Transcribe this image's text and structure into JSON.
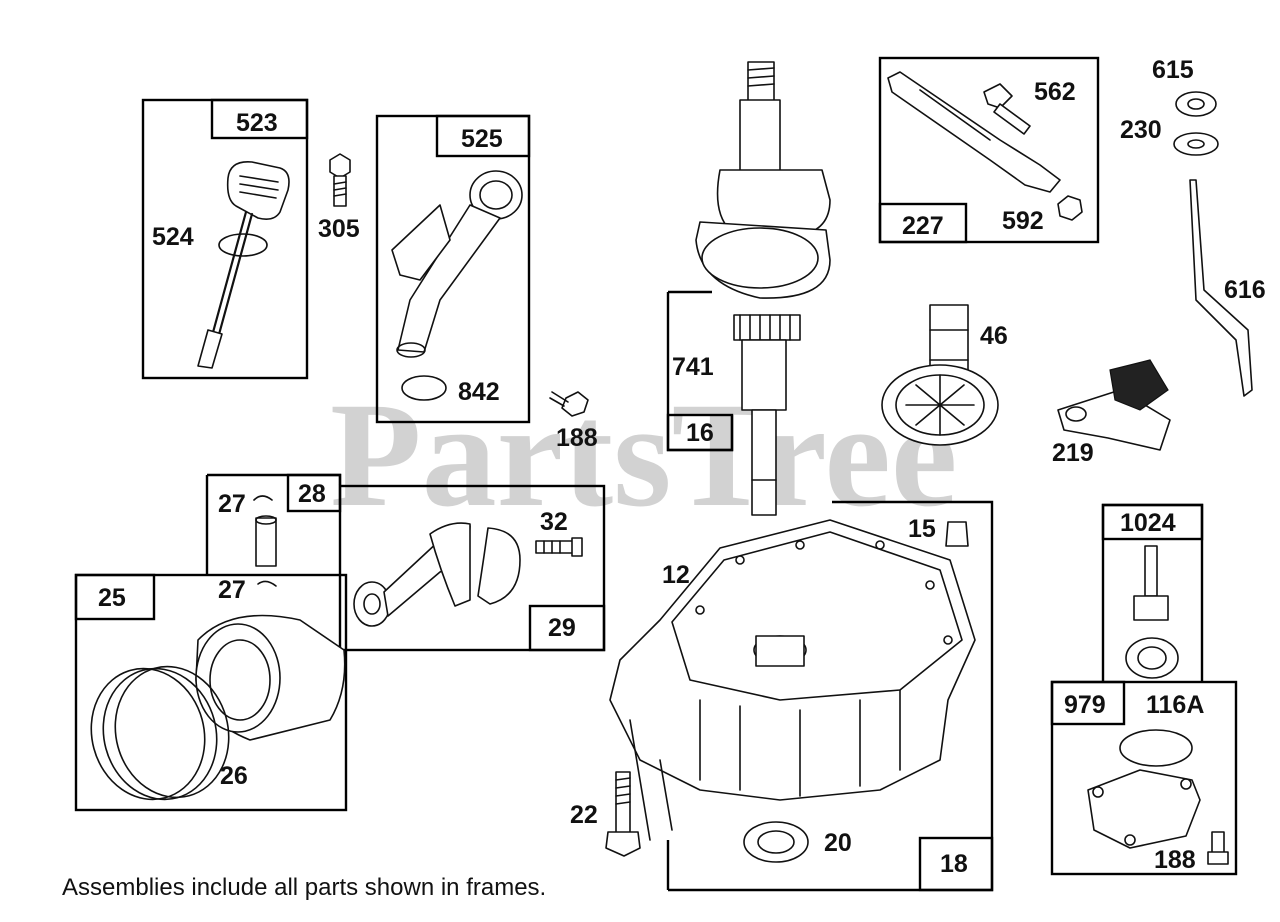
{
  "watermark": "PartsTree",
  "footnote": "Assemblies include all parts shown in frames.",
  "labels": {
    "l523": "523",
    "l524": "524",
    "l305": "305",
    "l525": "525",
    "l842": "842",
    "l188a": "188",
    "l741": "741",
    "l16": "16",
    "l227": "227",
    "l562": "562",
    "l592": "592",
    "l615": "615",
    "l230": "230",
    "l616": "616",
    "l46": "46",
    "l219": "219",
    "l28": "28",
    "l27a": "27",
    "l27b": "27",
    "l32": "32",
    "l29": "29",
    "l25": "25",
    "l26": "26",
    "l12": "12",
    "l15": "15",
    "l22": "22",
    "l20": "20",
    "l18": "18",
    "l1024": "1024",
    "l979": "979",
    "l116A": "116A",
    "l188b": "188"
  }
}
